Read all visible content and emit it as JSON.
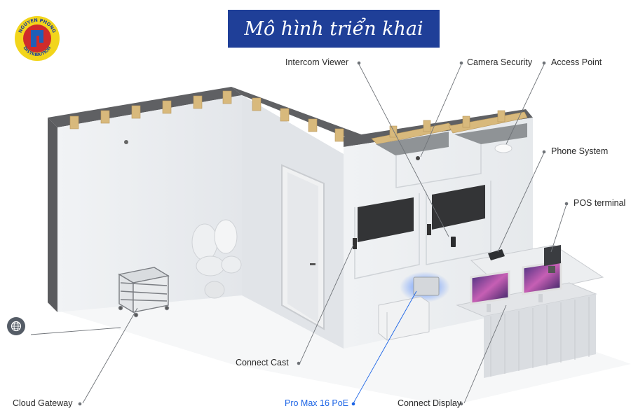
{
  "title": "Mô hình triển khai",
  "logo": {
    "icon": "nguyen-phong-distribution-logo",
    "top_text": "NGUYEN PHONG",
    "bottom_text": "DISTRIBUTION",
    "colors": {
      "ring": "#f2d51b",
      "inner": "#cf2b2b",
      "mark": "#1f5fb8"
    }
  },
  "colors": {
    "title_bg": "#1f3f98",
    "highlight": "#1b64e6",
    "wall": "#e9ecef",
    "brick": "#6b6b6b",
    "beam": "#d8b97c"
  },
  "labels": {
    "intercom_viewer": "Intercom Viewer",
    "camera_security": "Camera Security",
    "access_point": "Access Point",
    "phone_system": "Phone System",
    "pos_terminal": "POS terminal",
    "connect_cast": "Connect Cast",
    "cloud_gateway": "Cloud Gateway",
    "pro_max_16_poe": "Pro Max 16 PoE",
    "connect_display": "Connect Display"
  },
  "internet_icon": "globe-icon"
}
